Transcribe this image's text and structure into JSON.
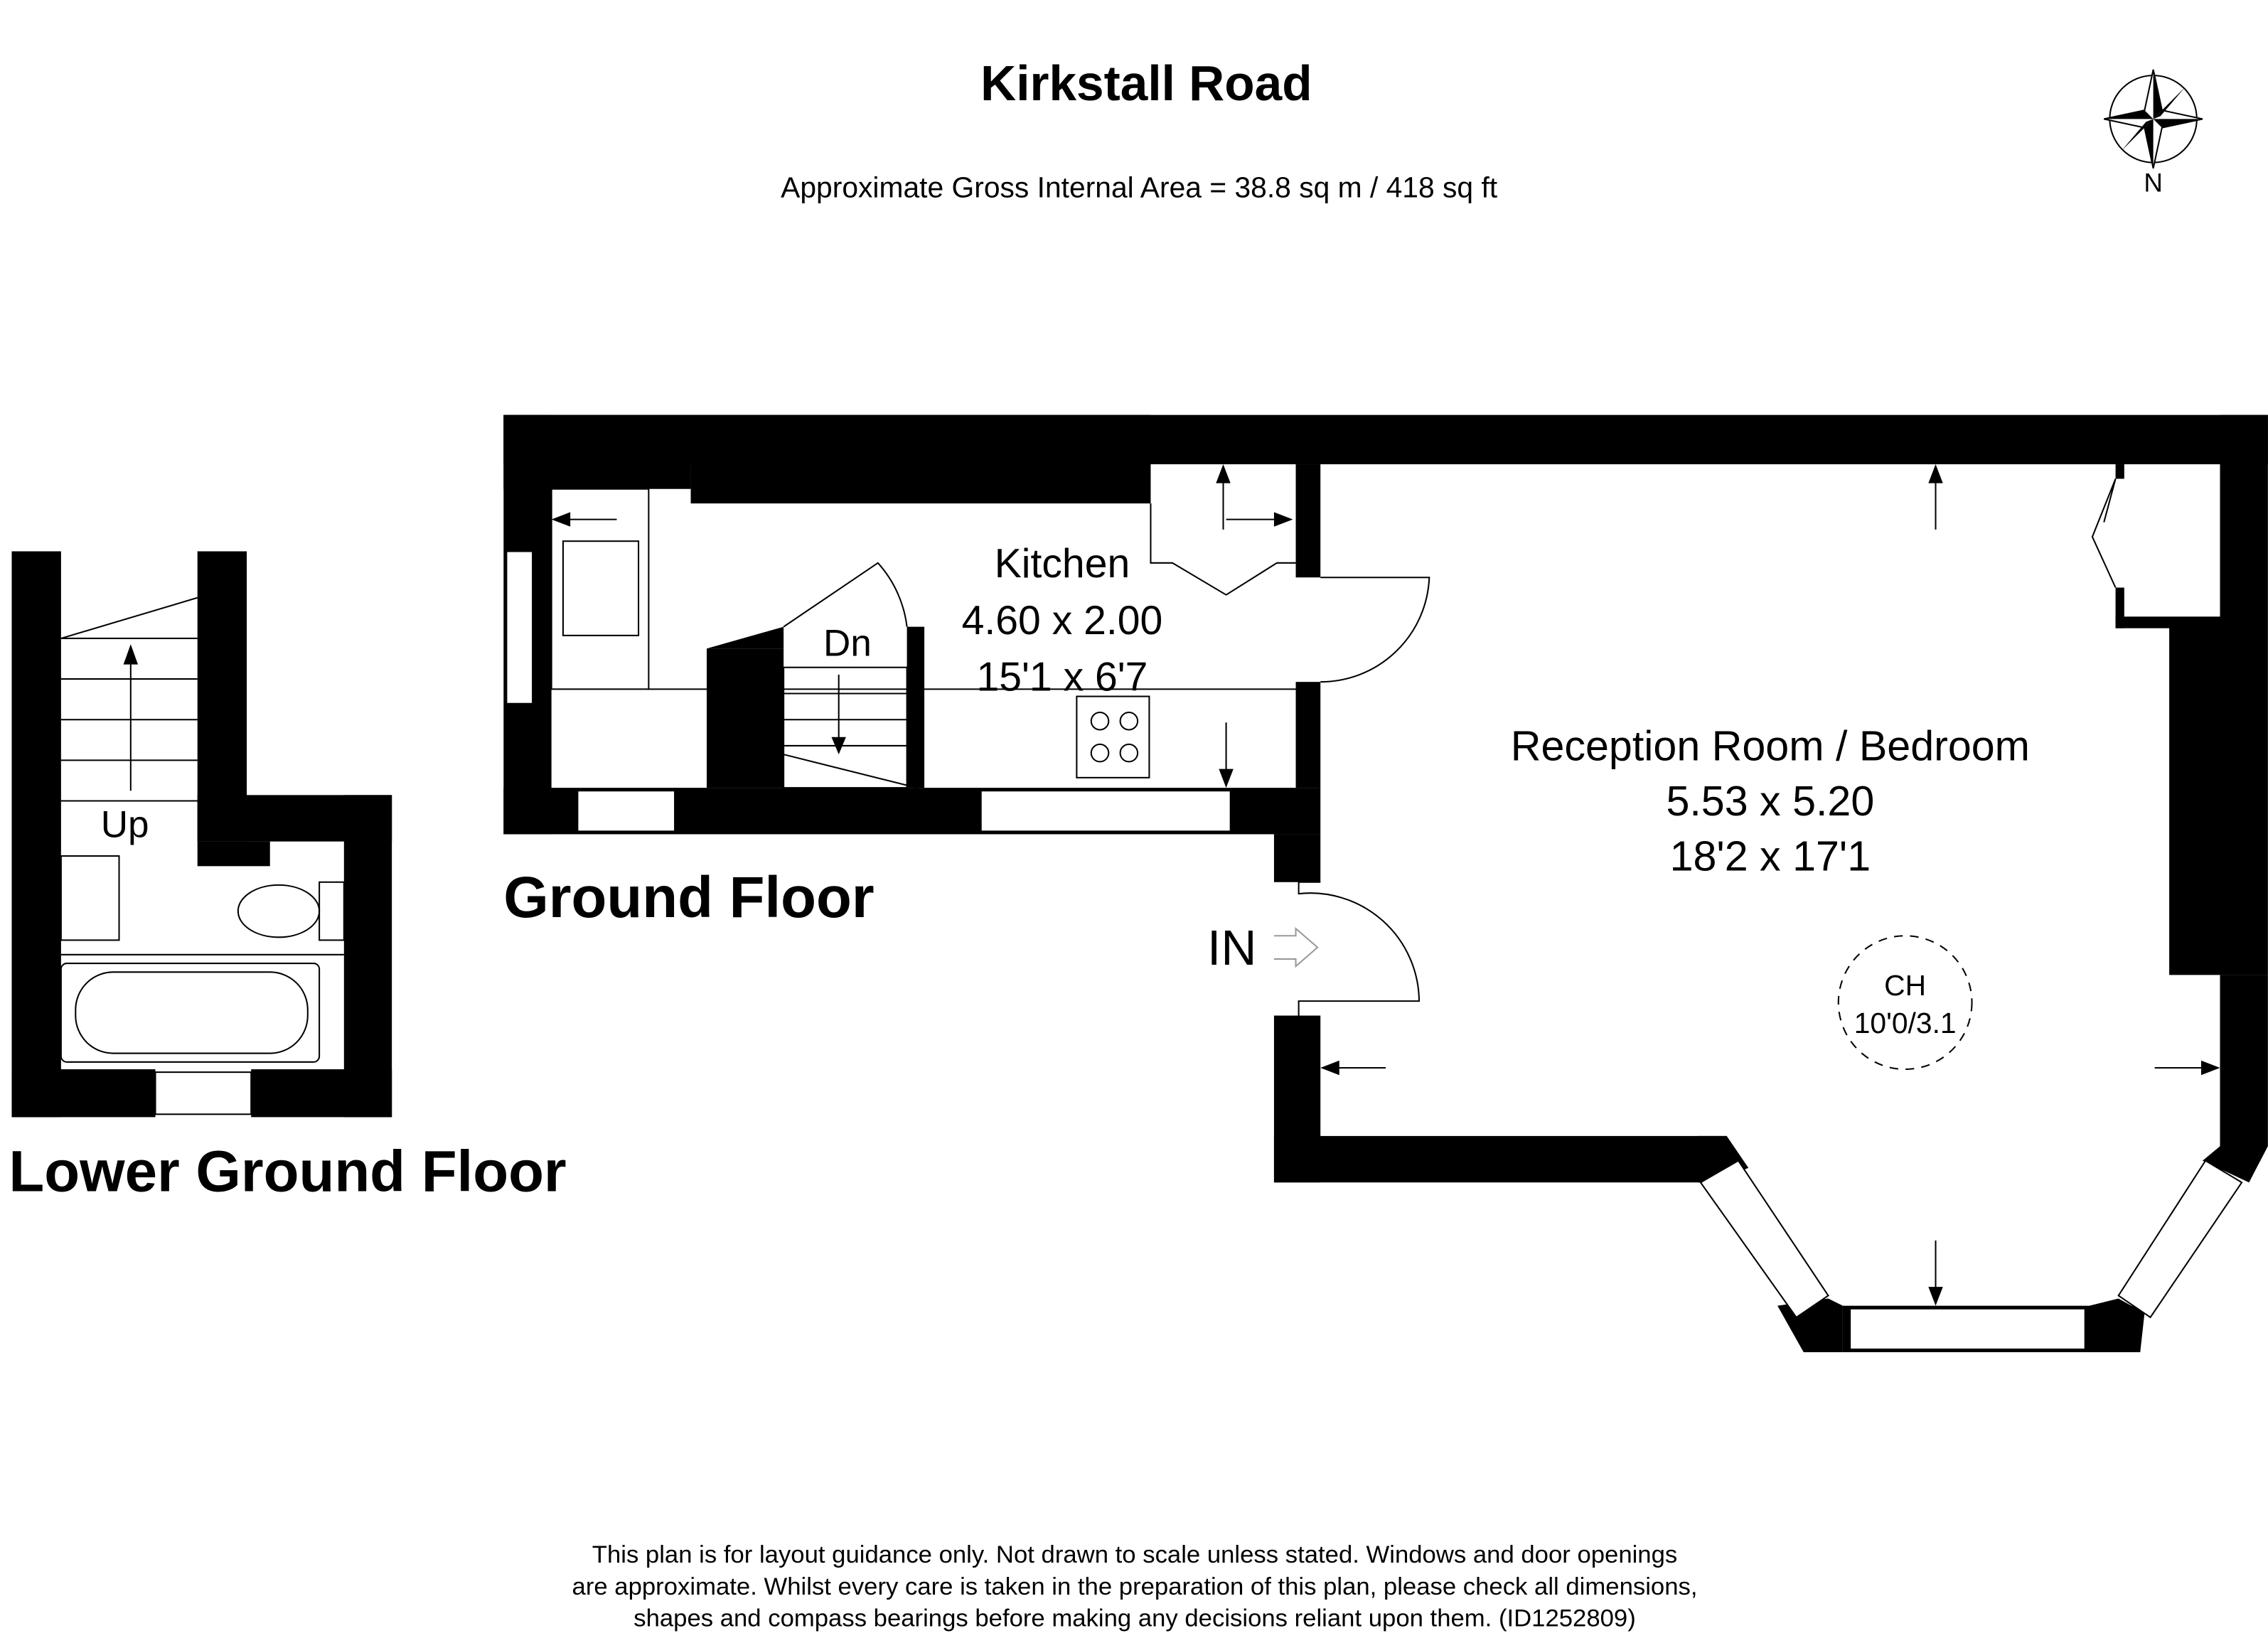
{
  "title": "Kirkstall Road",
  "area": "Approximate Gross Internal Area = 38.8 sq m / 418 sq ft",
  "compass": {
    "label": "N",
    "icon": "compass-rose-icon"
  },
  "floors": {
    "ground": {
      "label": "Ground Floor",
      "rooms": {
        "kitchen": {
          "name": "Kitchen",
          "metric": "4.60 x 2.00",
          "imperial": "15'1 x 6'7"
        },
        "reception": {
          "name": "Reception Room / Bedroom",
          "metric": "5.53 x 5.20",
          "imperial": "18'2 x 17'1"
        }
      },
      "stairs_label": "Dn",
      "entrance_label": "IN",
      "ceiling": {
        "label": "CH",
        "value": "10'0/3.1"
      }
    },
    "lower": {
      "label": "Lower Ground Floor",
      "stairs_label": "Up"
    }
  },
  "disclaimer": [
    "This plan is for layout guidance only. Not drawn to scale unless stated. Windows and door openings",
    "are approximate. Whilst every care is taken in the preparation of this plan, please check all dimensions,",
    "shapes and compass bearings before making any decisions reliant upon them. (ID1252809)"
  ]
}
